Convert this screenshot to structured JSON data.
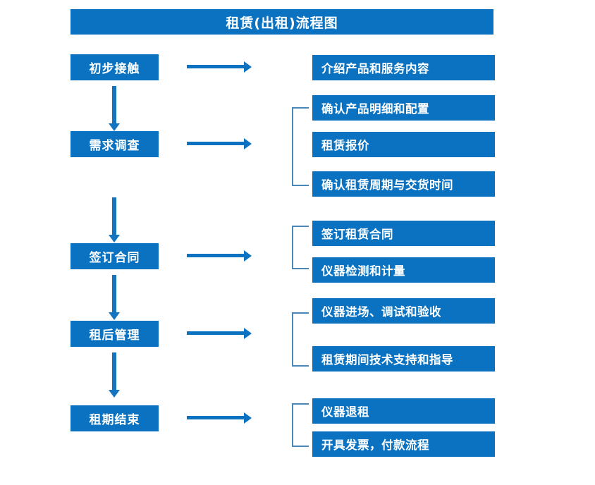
{
  "diagram": {
    "title": "租赁(出租)流程图",
    "accent_color": "#0a72c0",
    "bracket_color": "#4a86b8",
    "arrow_color": "#0a72c0",
    "text_color": "#ffffff",
    "background_color": "#ffffff"
  },
  "stages": [
    {
      "key": "initial-contact",
      "label": "初步接触",
      "details": [
        "介绍产品和服务内容"
      ]
    },
    {
      "key": "requirement-survey",
      "label": "需求调查",
      "details": [
        "确认产品明细和配置",
        "租赁报价",
        "确认租赁周期与交货时间"
      ]
    },
    {
      "key": "sign-contract",
      "label": "签订合同",
      "details": [
        "签订租赁合同",
        "仪器检测和计量"
      ]
    },
    {
      "key": "post-lease-management",
      "label": "租后管理",
      "details": [
        "仪器进场、调试和验收",
        "租赁期间技术支持和指导"
      ]
    },
    {
      "key": "lease-end",
      "label": "租期结束",
      "details": [
        "仪器退租",
        "开具发票，付款流程"
      ]
    }
  ],
  "detail_boxes": {
    "d0_0": "介绍产品和服务内容",
    "d1_0": "确认产品明细和配置",
    "d1_1": "租赁报价",
    "d1_2": "确认租赁周期与交货时间",
    "d2_0": "签订租赁合同",
    "d2_1": "仪器检测和计量",
    "d3_0": "仪器进场、调试和验收",
    "d3_1": "租赁期间技术支持和指导",
    "d4_0": "仪器退租",
    "d4_1": "开具发票，付款流程"
  }
}
